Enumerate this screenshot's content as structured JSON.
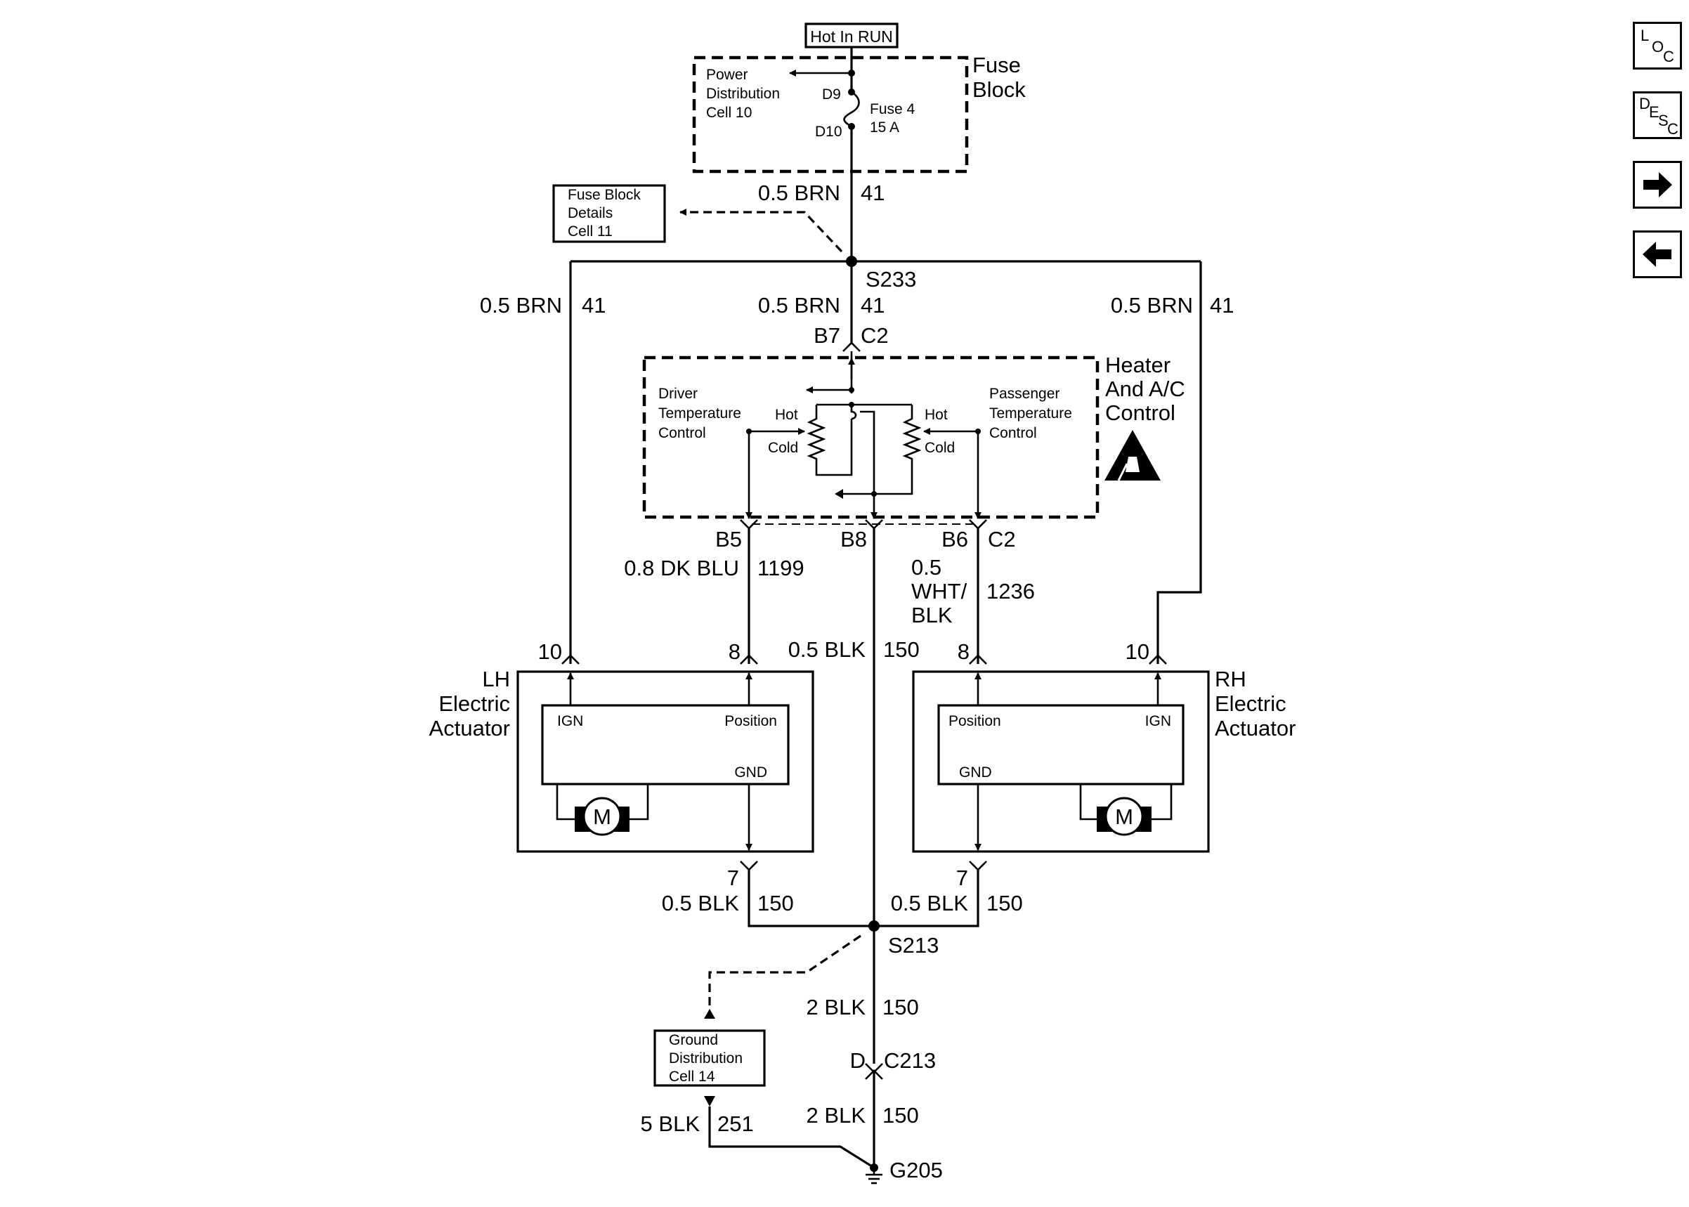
{
  "nav": {
    "loc": {
      "l1": "L",
      "l2": "O",
      "l3": "C"
    },
    "desc": {
      "l1": "D",
      "l2": "E",
      "l3": "S",
      "l4": "C"
    }
  },
  "labels": {
    "hot_in_run": "Hot In RUN",
    "power_dist_1": "Power",
    "power_dist_2": "Distribution",
    "power_dist_3": "Cell 10",
    "fuse_block_1": "Fuse",
    "fuse_block_2": "Block",
    "d9": "D9",
    "d10": "D10",
    "fuse_name": "Fuse 4",
    "fuse_rating": "15 A",
    "fbd_1": "Fuse Block",
    "fbd_2": "Details",
    "fbd_3": "Cell 11",
    "wire_top_color": "0.5 BRN",
    "wire_top_num": "41",
    "s233": "S233",
    "wire_l_color": "0.5 BRN",
    "wire_l_num": "41",
    "wire_c_color": "0.5 BRN",
    "wire_c_num": "41",
    "wire_r_color": "0.5 BRN",
    "wire_r_num": "41",
    "b7": "B7",
    "c2_top": "C2",
    "hac_1": "Heater",
    "hac_2": "And A/C",
    "hac_3": "Control",
    "dtc_1": "Driver",
    "dtc_2": "Temperature",
    "dtc_3": "Control",
    "ptc_1": "Passenger",
    "ptc_2": "Temperature",
    "ptc_3": "Control",
    "hot_l": "Hot",
    "cold_l": "Cold",
    "hot_r": "Hot",
    "cold_r": "Cold",
    "b5": "B5",
    "b8": "B8",
    "b6": "B6",
    "c2_bot": "C2",
    "w1199_color": "0.8 DK BLU",
    "w1199_num": "1199",
    "w1236_c1": "0.5",
    "w1236_c2": "WHT/",
    "w1236_c3": "BLK",
    "w1236_num": "1236",
    "pin10_l": "10",
    "pin8_l": "8",
    "w150_mid_color": "0.5 BLK",
    "w150_mid_num": "150",
    "pin8_r": "8",
    "pin10_r": "10",
    "lh_1": "LH",
    "lh_2": "Electric",
    "lh_3": "Actuator",
    "rh_1": "RH",
    "rh_2": "Electric",
    "rh_3": "Actuator",
    "ign_l": "IGN",
    "pos_l": "Position",
    "gnd_l": "GND",
    "pos_r": "Position",
    "ign_r": "IGN",
    "gnd_r": "GND",
    "motor_l": "M",
    "motor_r": "M",
    "pin7_l": "7",
    "pin7_r": "7",
    "w150_l_color": "0.5 BLK",
    "w150_l_num": "150",
    "w150_r_color": "0.5 BLK",
    "w150_r_num": "150",
    "s213": "S213",
    "w2blk_a_color": "2 BLK",
    "w2blk_a_num": "150",
    "c213_pin": "D",
    "c213": "C213",
    "w2blk_b_color": "2 BLK",
    "w2blk_b_num": "150",
    "gd_1": "Ground",
    "gd_2": "Distribution",
    "gd_3": "Cell 14",
    "w251_color": "5 BLK",
    "w251_num": "251",
    "g205": "G205"
  }
}
